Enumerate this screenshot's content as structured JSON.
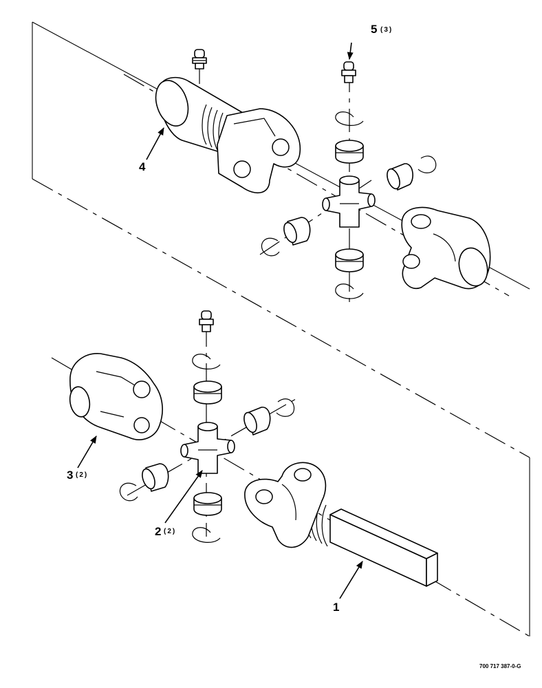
{
  "callouts": {
    "c1": {
      "num": "1",
      "qty": ""
    },
    "c2": {
      "num": "2",
      "qty": "(2)"
    },
    "c3": {
      "num": "3",
      "qty": "(2)"
    },
    "c4": {
      "num": "4",
      "qty": ""
    },
    "c5": {
      "num": "5",
      "qty": "(3)"
    }
  },
  "drawing_number": "700 717 387-0-G"
}
